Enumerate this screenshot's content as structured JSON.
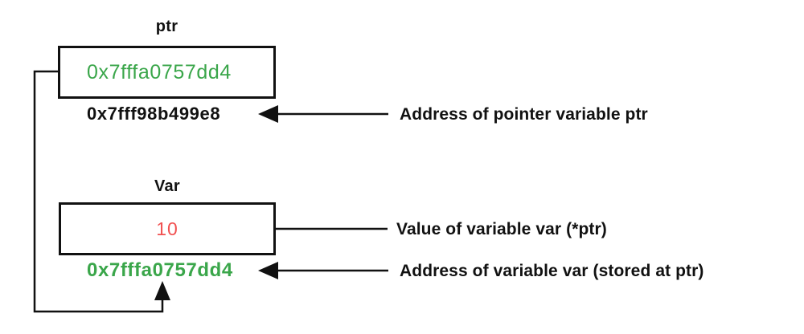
{
  "diagram": {
    "ptr": {
      "label": "ptr",
      "value": "0x7fffa0757dd4",
      "address": "0x7fff98b499e8",
      "address_annotation": "Address of pointer variable ptr"
    },
    "var": {
      "label": "Var",
      "value": "10",
      "value_annotation": "Value of variable var (*ptr)",
      "address": "0x7fffa0757dd4",
      "address_annotation": "Address of variable var (stored at ptr)"
    }
  },
  "colors": {
    "ink": "#111111",
    "green": "#3aa64a",
    "red": "#f15050"
  }
}
